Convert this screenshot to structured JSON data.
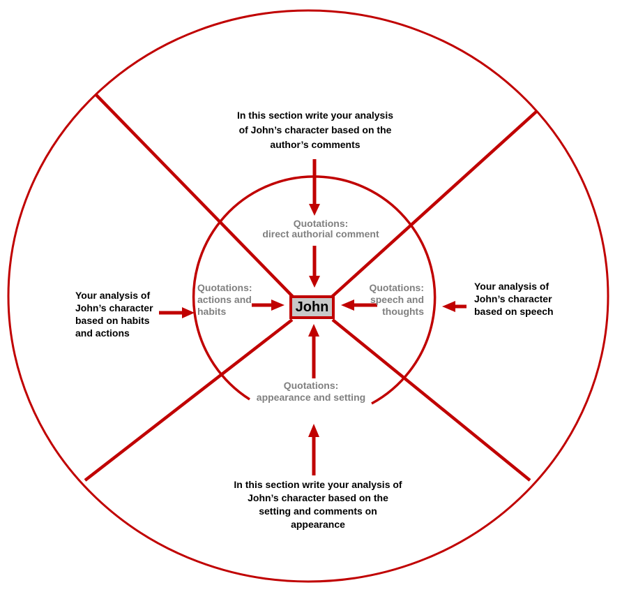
{
  "colors": {
    "shape_red": "#c00000",
    "inner_label_gray": "#808080",
    "center_box_fill": "#c8c8c8",
    "outer_label_black": "#000000"
  },
  "center_box": {
    "label": "John"
  },
  "outer_labels": {
    "top": {
      "lines": [
        "In this section write your analysis",
        "of John’s character based on the",
        "author’s comments"
      ]
    },
    "left": {
      "lines": [
        "Your analysis of",
        "John’s character",
        "based on habits",
        "and actions"
      ]
    },
    "right": {
      "lines": [
        "Your analysis of",
        "John’s character",
        "based on speech"
      ]
    },
    "bottom": {
      "lines": [
        "In this section write your analysis of",
        "John’s character based on the",
        "setting and comments on",
        "appearance"
      ]
    }
  },
  "inner_labels": {
    "top": {
      "lines": [
        "Quotations:",
        "direct authorial comment"
      ]
    },
    "left": {
      "lines": [
        "Quotations:",
        "actions and",
        "habits"
      ]
    },
    "right": {
      "lines": [
        "Quotations:",
        "speech and",
        "thoughts"
      ]
    },
    "bottom": {
      "lines": [
        "Quotations:",
        "appearance and setting"
      ]
    }
  }
}
